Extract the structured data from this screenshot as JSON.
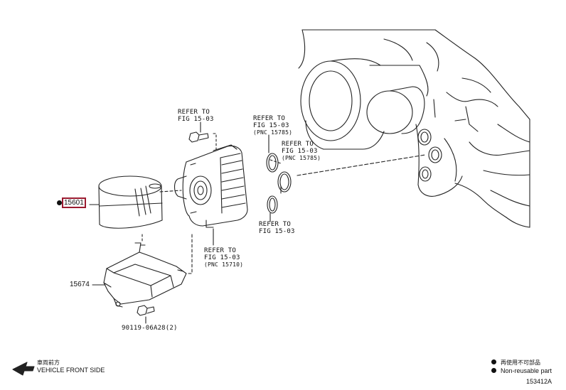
{
  "parts": {
    "oil_filter": "15601",
    "oil_pan_bracket": "15674",
    "bolt": "90119-06A28(2)"
  },
  "refer": {
    "r1_line1": "REFER TO",
    "r1_line2": "FIG 15-03",
    "r2_line1": "REFER TO",
    "r2_line2": "FIG 15-03",
    "r2_pnc": "(PNC 15785)",
    "r3_line1": "REFER TO",
    "r3_line2": "FIG 15-03",
    "r3_pnc": "(PNC 15785)",
    "r4_line1": "REFER TO",
    "r4_line2": "FIG 15-03",
    "r5_line1": "REFER TO",
    "r5_line2": "FIG 15-03",
    "r5_pnc": "(PNC 15710)"
  },
  "footer": {
    "direction_jp": "車両前方",
    "direction_en": "VEHICLE FRONT SIDE",
    "legend_jp": "再使用不可部品",
    "legend_en": "Non-reusable part",
    "figure_id": "153412A"
  },
  "colors": {
    "highlight": "#9b1b30",
    "line": "#222222"
  }
}
